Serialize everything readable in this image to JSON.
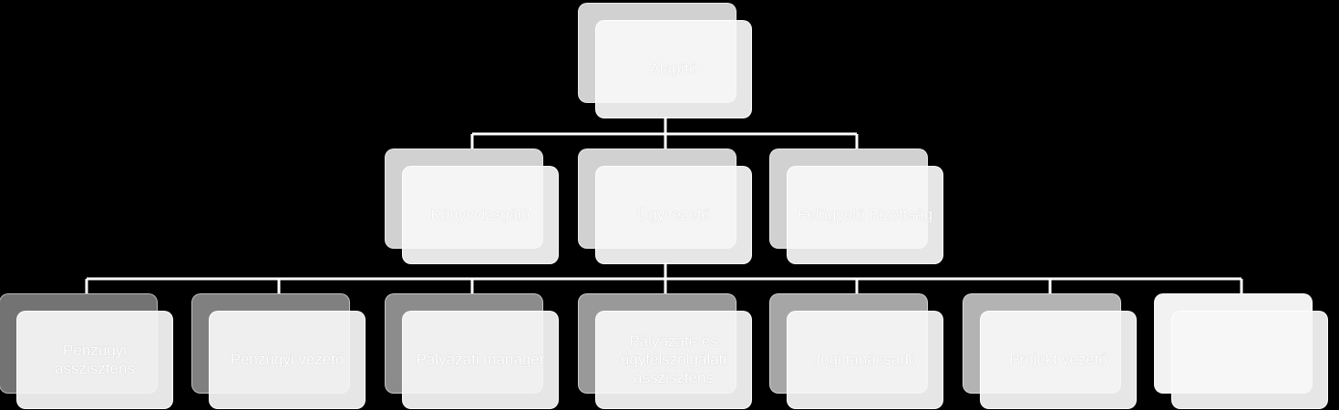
{
  "diagram": {
    "type": "org-chart",
    "root": {
      "id": "alapito",
      "label": "Alapító"
    },
    "level2": [
      {
        "id": "konyvvizsgalo",
        "label": "Könyvvizsgáló"
      },
      {
        "id": "ugyvezeto",
        "label": "Ügyvezető"
      },
      {
        "id": "felugyelo",
        "label": "Felügyelő Bizottság"
      }
    ],
    "level3": [
      {
        "id": "penzugyi-asszisztens",
        "label": "Pénzügyi asszisztens"
      },
      {
        "id": "penzugyi-vezeto",
        "label": "Pénzügyi vezető"
      },
      {
        "id": "palyazati-manager",
        "label": "Pályázati manager"
      },
      {
        "id": "palyazati-ugyfelszolgalati",
        "label": "Pályázati- és ügyfélszolgálati asszisztens"
      },
      {
        "id": "jogi-tanacsado",
        "label": "Jogi tanácsadó"
      },
      {
        "id": "projekt-vezeto",
        "label": "Projekt vezető"
      },
      {
        "id": "level3-node-7",
        "label": ""
      }
    ],
    "colors": {
      "background": "#000000",
      "connector": "#ffffff",
      "box_fill": "#f7f7f7",
      "text": "#ffffff"
    }
  }
}
